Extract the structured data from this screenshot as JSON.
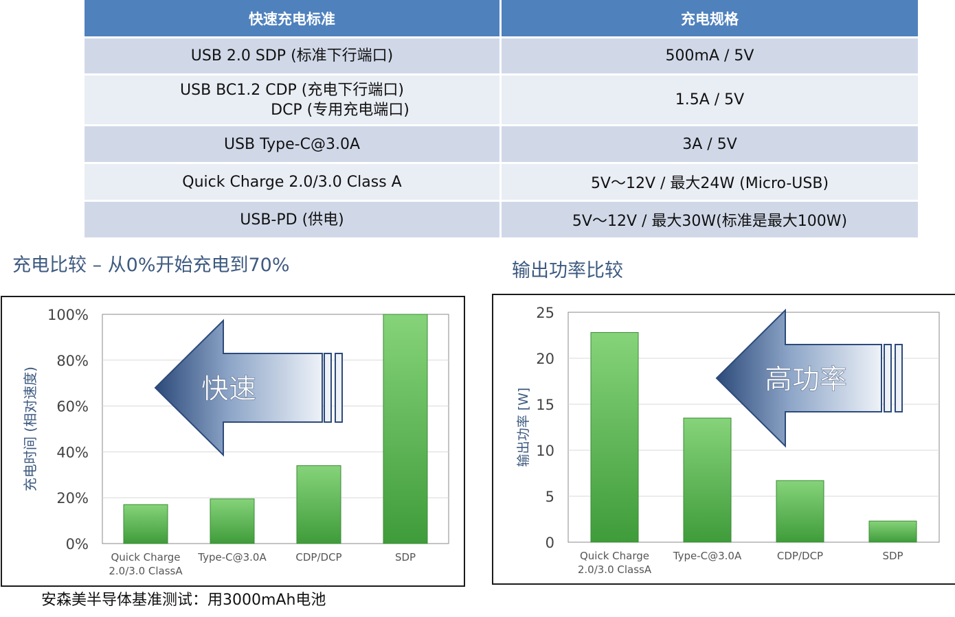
{
  "table": {
    "headers": [
      "快速充电标准",
      "充电规格"
    ],
    "rows": [
      {
        "standard_lines": [
          "USB 2.0 SDP (标准下行端口)"
        ],
        "spec": "500mA / 5V"
      },
      {
        "standard_lines": [
          "USB BC1.2 CDP (充电下行端口)",
          "DCP (专用充电端口)"
        ],
        "spec": "1.5A / 5V"
      },
      {
        "standard_lines": [
          "USB Type-C@3.0A"
        ],
        "spec": "3A / 5V"
      },
      {
        "standard_lines": [
          "Quick Charge 2.0/3.0 Class A"
        ],
        "spec": "5V～12V / 最大24W (Micro-USB)"
      },
      {
        "standard_lines": [
          "USB-PD (供电)"
        ],
        "spec": "5V～12V  / 最大30W(标准是最大100W)"
      }
    ],
    "colors": {
      "header_bg": "#4f81bd",
      "row_odd": "#d0d8e8",
      "row_even": "#e9edf4"
    }
  },
  "left_section_title": "充电比较 – 从0%开始充电到70%",
  "right_section_title": "输出功率比较",
  "footnote": "安森美半导体基准测试：用3000mAh电池",
  "chart_data": [
    {
      "type": "bar",
      "title": "",
      "ylabel": "充电时间 (相对速度)",
      "xlabel": "",
      "categories": [
        [
          "Quick Charge",
          "2.0/3.0 ClassA"
        ],
        [
          "Type-C@3.0A"
        ],
        [
          "CDP/DCP"
        ],
        [
          "SDP"
        ]
      ],
      "values": [
        17,
        19.5,
        34,
        100
      ],
      "ylim": [
        0,
        100
      ],
      "yticks": [
        0,
        20,
        40,
        60,
        80,
        100
      ],
      "ytick_labels": [
        "0%",
        "20%",
        "40%",
        "60%",
        "80%",
        "100%"
      ],
      "grid": true,
      "bar_color_top": "#86d37a",
      "bar_color_bottom": "#3f9c3a",
      "annotation": {
        "text": "快速",
        "shape": "left-arrow"
      }
    },
    {
      "type": "bar",
      "title": "",
      "ylabel": "输出功率 [W]",
      "xlabel": "",
      "categories": [
        [
          "Quick Charge",
          "2.0/3.0 ClassA"
        ],
        [
          "Type-C@3.0A"
        ],
        [
          "CDP/DCP"
        ],
        [
          "SDP"
        ]
      ],
      "values": [
        22.8,
        13.5,
        6.7,
        2.3
      ],
      "ylim": [
        0,
        25
      ],
      "yticks": [
        0,
        5,
        10,
        15,
        20,
        25
      ],
      "ytick_labels": [
        "0",
        "5",
        "10",
        "15",
        "20",
        "25"
      ],
      "grid": true,
      "bar_color_top": "#86d37a",
      "bar_color_bottom": "#3f9c3a",
      "annotation": {
        "text": "高功率",
        "shape": "left-arrow"
      }
    }
  ]
}
